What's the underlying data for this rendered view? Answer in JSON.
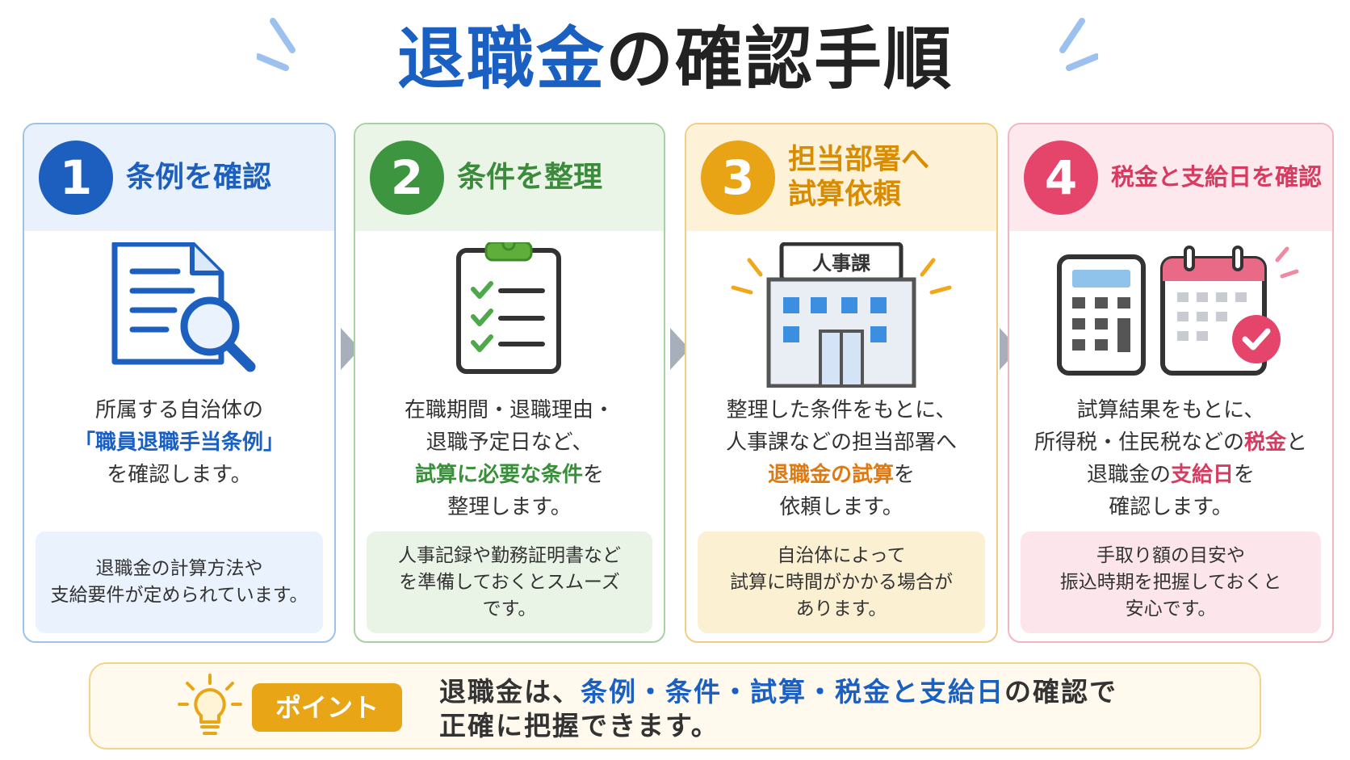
{
  "title": {
    "accent": "退職金",
    "rest": "の確認手順"
  },
  "steps": [
    {
      "number": "1",
      "title_lines": [
        "条例を確認"
      ],
      "icon": "document-search-icon",
      "desc": {
        "line1": "所属する自治体の",
        "line2_hl": "「職員退職手当条例」",
        "line3": "を確認します。"
      },
      "note_lines": [
        "退職金の計算方法や",
        "支給要件が定められています。"
      ]
    },
    {
      "number": "2",
      "title_lines": [
        "条件を整理"
      ],
      "icon": "clipboard-checklist-icon",
      "desc": {
        "line1": "在職期間・退職理由・",
        "line2": "退職予定日など、",
        "line3_hl": "試算に必要な条件",
        "line3_rest": "を",
        "line4": "整理します。"
      },
      "note_lines": [
        "人事記録や勤務証明書など",
        "を準備しておくとスムーズ",
        "です。"
      ]
    },
    {
      "number": "3",
      "title_lines": [
        "担当部署へ",
        "試算依頼"
      ],
      "icon": "building-icon",
      "building_sign": "人事課",
      "desc": {
        "line1": "整理した条件をもとに、",
        "line2": "人事課などの担当部署へ",
        "line3_hl": "退職金の試算",
        "line3_rest": "を",
        "line4": "依頼します。"
      },
      "note_lines": [
        "自治体によって",
        "試算に時間がかかる場合が",
        "あります。"
      ]
    },
    {
      "number": "4",
      "title_lines": [
        "税金と支給日を確認"
      ],
      "icon": "calculator-calendar-icon",
      "desc": {
        "line1": "試算結果をもとに、",
        "line2_pre": "所得税・住民税などの",
        "line2_hl": "税金",
        "line2_post": "と",
        "line3_pre": "退職金の",
        "line3_hl": "支給日",
        "line3_post": "を",
        "line4": "確認します。"
      },
      "note_lines": [
        "手取り額の目安や",
        "振込時期を把握しておくと",
        "安心です。"
      ]
    }
  ],
  "point": {
    "badge": "ポイント",
    "line1_pre": "退職金は、",
    "line1_hl": "条例・条件・試算・税金と支給日",
    "line1_post": "の確認で",
    "line2": "正確に把握できます。"
  },
  "colors": {
    "blue": "#1c5fbf",
    "green": "#3e9540",
    "orange": "#e9a416",
    "pink": "#e6456b"
  }
}
